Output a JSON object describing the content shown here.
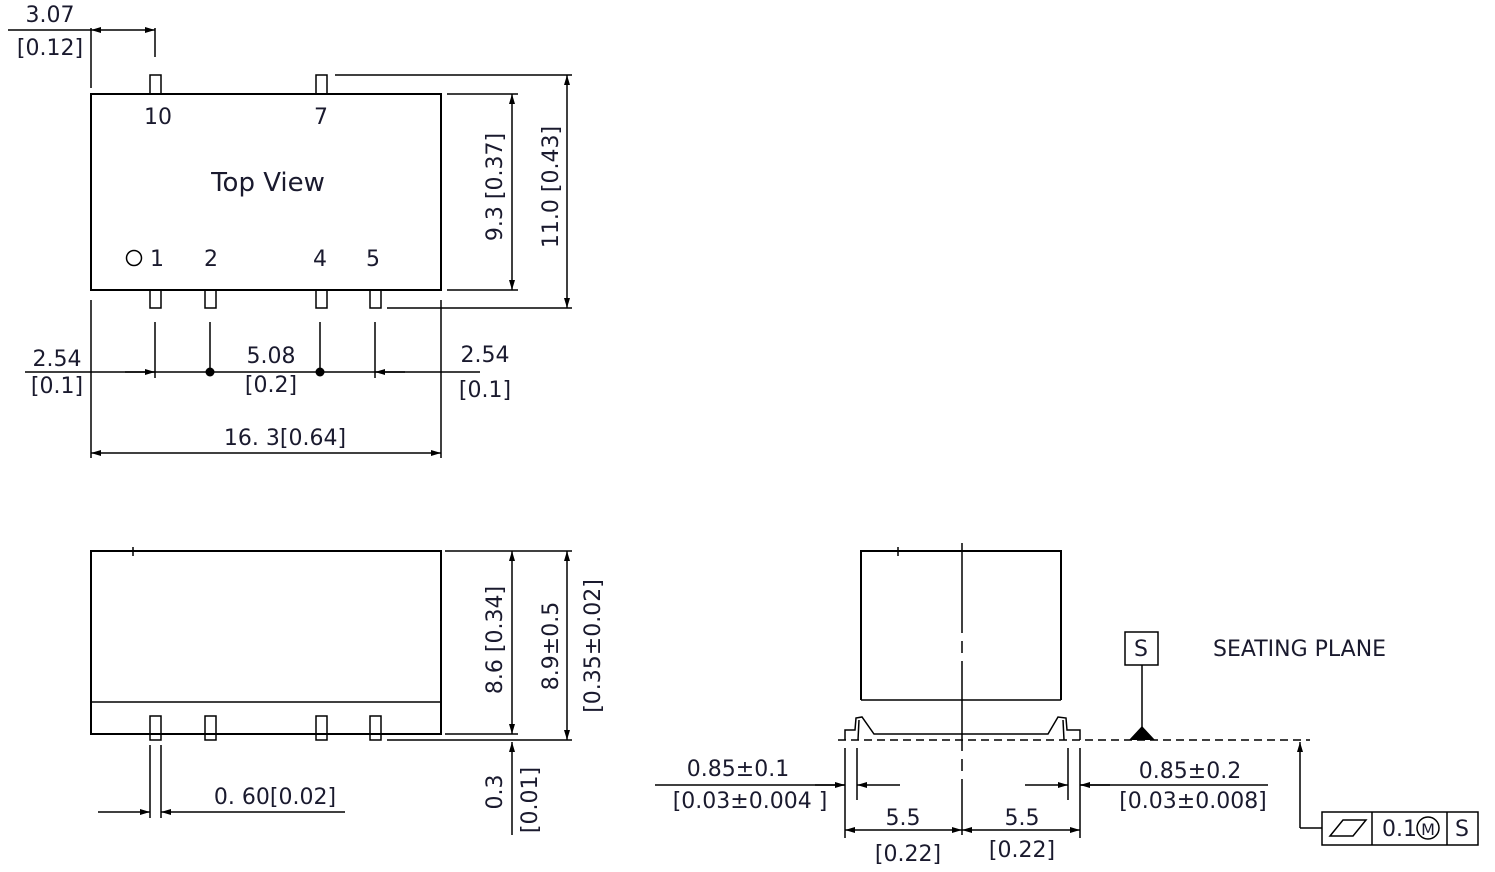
{
  "top_view": {
    "title": "Top View",
    "pins_top": [
      "10",
      "7"
    ],
    "pins_bottom": [
      "1",
      "2",
      "4",
      "5"
    ],
    "dim_offset": "3.07",
    "dim_offset_in": "[0.12]",
    "dim_body_height": "9.3 [0.37]",
    "dim_total_height": "11.0 [0.43]",
    "dim_edge_left": "2.54",
    "dim_edge_left_in": "[0.1]",
    "dim_pitch": "5.08",
    "dim_pitch_in": "[0.2]",
    "dim_edge_right": "2.54",
    "dim_edge_right_in": "[0.1]",
    "dim_length": "16. 3[0.64]"
  },
  "side_view": {
    "dim_body_height": "8.6 [0.34]",
    "dim_total_height": "8.9±0.5",
    "dim_total_height_in": "[0.35±0.02]",
    "dim_standoff": "0.3",
    "dim_standoff_in": "[0.01]",
    "dim_pin_width": "0. 60[0.02]"
  },
  "end_view": {
    "datum_label": "S",
    "seating_plane": "SEATING PLANE",
    "dim_foot_left": "0.85±0.1",
    "dim_foot_left_in": "[0.03±0.004 ]",
    "dim_foot_right": "0.85±0.2",
    "dim_foot_right_in": "[0.03±0.008]",
    "dim_half_left": "5.5",
    "dim_half_left_in": "[0.22]",
    "dim_half_right": "5.5",
    "dim_half_right_in": "[0.22]",
    "fcf_tolerance": "0.1",
    "fcf_modifier": "M",
    "fcf_datum": "S"
  }
}
